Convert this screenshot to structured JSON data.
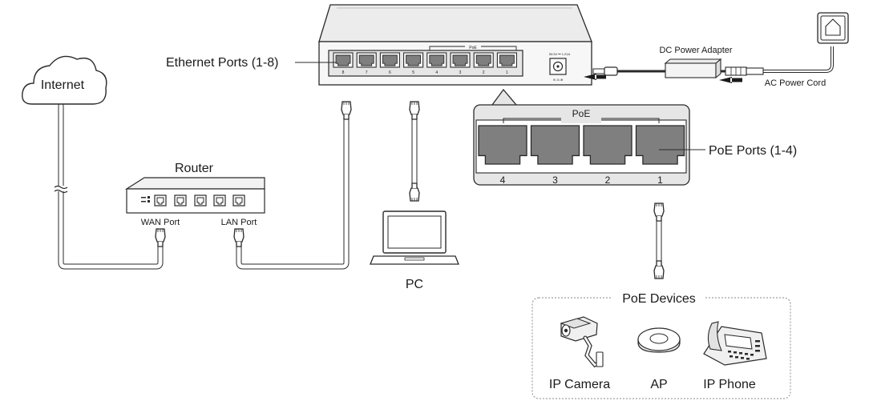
{
  "labels": {
    "internet": "Internet",
    "router": "Router",
    "wan_port": "WAN Port",
    "lan_port": "LAN Port",
    "pc": "PC",
    "ethernet_ports": "Ethernet Ports (1-8)",
    "dc_power_adapter": "DC Power Adapter",
    "ac_power_cord": "AC Power Cord",
    "poe_ports": "PoE Ports (1-4)",
    "poe_devices": "PoE Devices",
    "ip_camera": "IP Camera",
    "ap": "AP",
    "ip_phone": "IP Phone",
    "poe_bracket": "PoE",
    "poe_bracket_small": "PoE",
    "power_rating": "53.5V ⎓ 1.21A"
  },
  "switch_port_numbers": [
    "8",
    "7",
    "6",
    "5",
    "4",
    "3",
    "2",
    "1"
  ],
  "poe_zoom_port_numbers": [
    "4",
    "3",
    "2",
    "1"
  ],
  "colors": {
    "port_fill": "#7f7f7f",
    "panel_fill": "#e6e6e6",
    "device_fill": "#f0f0f0",
    "outline": "#2a2a2a",
    "arrow": "#1a1a1a"
  }
}
